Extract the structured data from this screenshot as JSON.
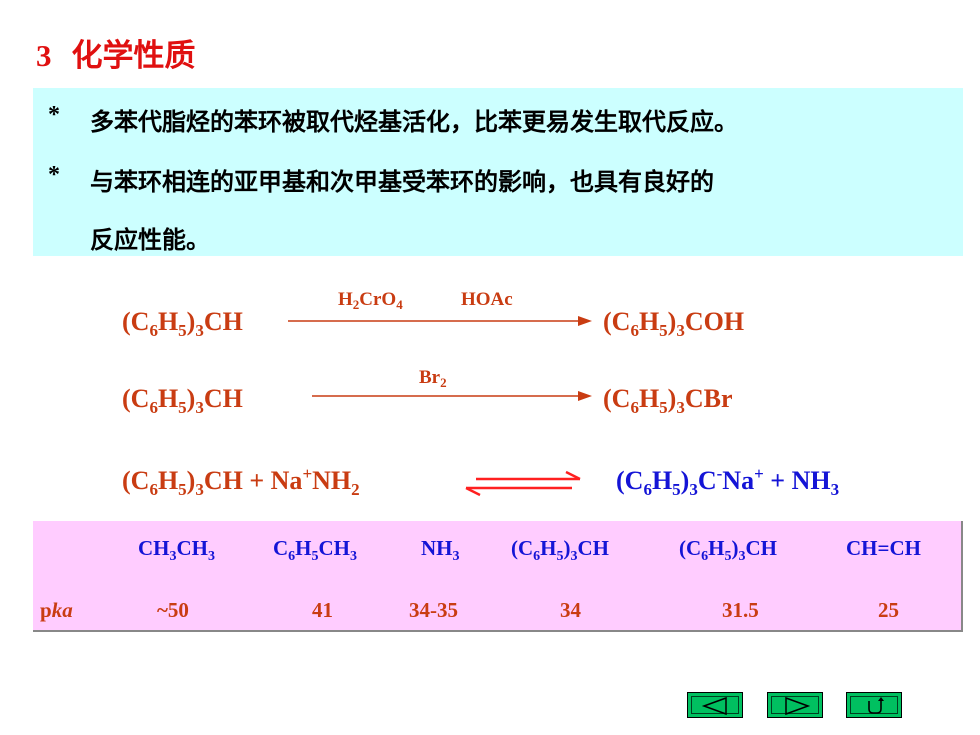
{
  "title": {
    "number": "3",
    "text": "化学性质"
  },
  "bullets": [
    {
      "mark": "*",
      "line1": "多苯代脂烃的苯环被取代烃基活化，比苯更易发生取代反应。"
    },
    {
      "mark": "*",
      "line1": "与苯环相连的亚甲基和次甲基受苯环的影响，也具有良好的",
      "line2": "反应性能。"
    }
  ],
  "reactions": [
    {
      "reactant": "(C6H5)3CH",
      "reagents": [
        "H2CrO4",
        "HOAc"
      ],
      "product": "(C6H5)3COH",
      "arrow": "single"
    },
    {
      "reactant": "(C6H5)3CH",
      "reagents": [
        "Br2"
      ],
      "product": "(C6H5)3CBr",
      "arrow": "single"
    },
    {
      "reactant": "(C6H5)3CH + Na+NH2",
      "reagents": [],
      "product": "(C6H5)3C-Na+ + NH3",
      "arrow": "equilibrium"
    }
  ],
  "pka_table": {
    "row_label": "pka",
    "compounds": [
      "CH3CH3",
      "C6H5CH3",
      "NH3",
      "(C6H5)3CH",
      "(C6H5)3CH",
      "CH=CH"
    ],
    "values": [
      "~50",
      "41",
      "34-35",
      "34",
      "31.5",
      "25"
    ]
  },
  "colors": {
    "title": "#e01010",
    "reaction": "#c93c12",
    "product_blue": "#1414d6",
    "bullet_bg": "#ccffff",
    "table_bg": "#ffccff",
    "nav": "#00c060"
  },
  "nav": [
    "previous-icon",
    "next-icon",
    "return-icon"
  ]
}
